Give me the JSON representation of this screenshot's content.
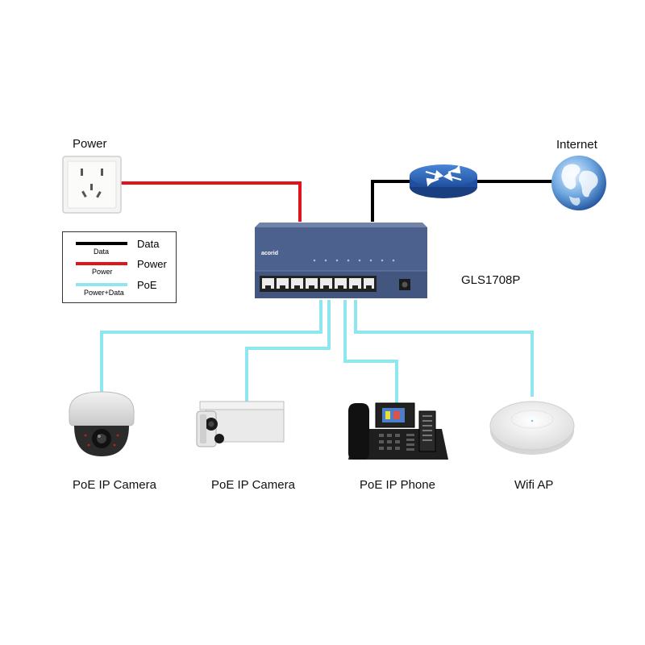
{
  "labels": {
    "power_outlet": "Power",
    "internet": "Internet",
    "switch_model": "GLS1708P",
    "device1": "PoE IP Camera",
    "device2": "PoE IP Camera",
    "device3": "PoE IP Phone",
    "device4": "Wifi AP"
  },
  "legend": {
    "items": [
      {
        "label": "Data",
        "sublabel": "Data",
        "color": "#000000"
      },
      {
        "label": "Power",
        "sublabel": "Power",
        "color": "#e0141c"
      },
      {
        "label": "PoE",
        "sublabel": "Power+Data",
        "color": "#8ee6ee"
      }
    ]
  },
  "switch": {
    "brand": "acorid"
  },
  "colors": {
    "data": "#000000",
    "power": "#e0141c",
    "poe": "#8ee6ee",
    "switch_body": "#4a5f8c",
    "switch_top": "#5b72a3",
    "router": "#2e62b8"
  },
  "icons": [
    "wall-socket-icon",
    "router-icon",
    "globe-icon",
    "dome-camera-icon",
    "bullet-camera-icon",
    "ip-phone-icon",
    "wifi-ap-icon"
  ]
}
